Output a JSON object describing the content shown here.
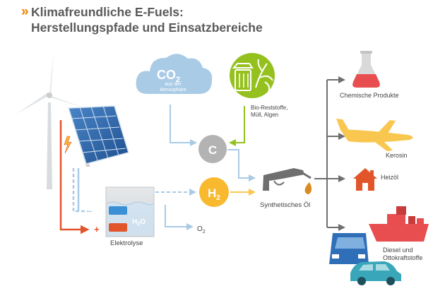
{
  "title": {
    "arrow": "»",
    "line1": "Klimafreundliche E-Fuels:",
    "line2": "Herstellungspfade und Einsatzbereiche"
  },
  "nodes": {
    "co2": {
      "formula_main": "CO",
      "formula_sub": "2",
      "caption_line1": "aus der",
      "caption_line2": "Atmosphäre"
    },
    "bio": {
      "label_line1": "Bio-Reststoffe,",
      "label_line2": "Müll, Algen"
    },
    "carbon": {
      "symbol": "C"
    },
    "hydrogen": {
      "symbol": "H",
      "subscript": "2"
    },
    "water": {
      "symbol": "H",
      "subscript": "2",
      "suffix": "O"
    },
    "oxygen": {
      "symbol": "O",
      "subscript": "2"
    },
    "electrolysis": {
      "label": "Elektrolyse",
      "minus": "–",
      "plus": "+"
    },
    "synthetic_oil": {
      "label": "Synthetisches Öl"
    }
  },
  "outputs": [
    {
      "label_line1": "Chemische Produkte",
      "icon": "flask-icon"
    },
    {
      "label_line1": "Kerosin",
      "icon": "airplane-icon"
    },
    {
      "label_line1": "Heizöl",
      "icon": "house-icon"
    },
    {
      "label_line1": "Diesel und",
      "label_line2": "Ottokraftstoffe",
      "icon": "vehicles-icon"
    }
  ],
  "colors": {
    "title": "#5a5a5a",
    "accent_orange": "#ef7d00",
    "cloud_blue": "#a9cbe6",
    "arrow_blue": "#a9cbe6",
    "bio_green": "#95c11f",
    "carbon_grey": "#b3b3b3",
    "hydrogen_yellow": "#f9b92f",
    "line_grey": "#6f6f6f",
    "power_red": "#e2552a",
    "plane_yellow": "#f9c74f",
    "ship_red": "#e84e4f",
    "truck_blue": "#2e6fb7",
    "car_teal": "#3aa6b9"
  }
}
